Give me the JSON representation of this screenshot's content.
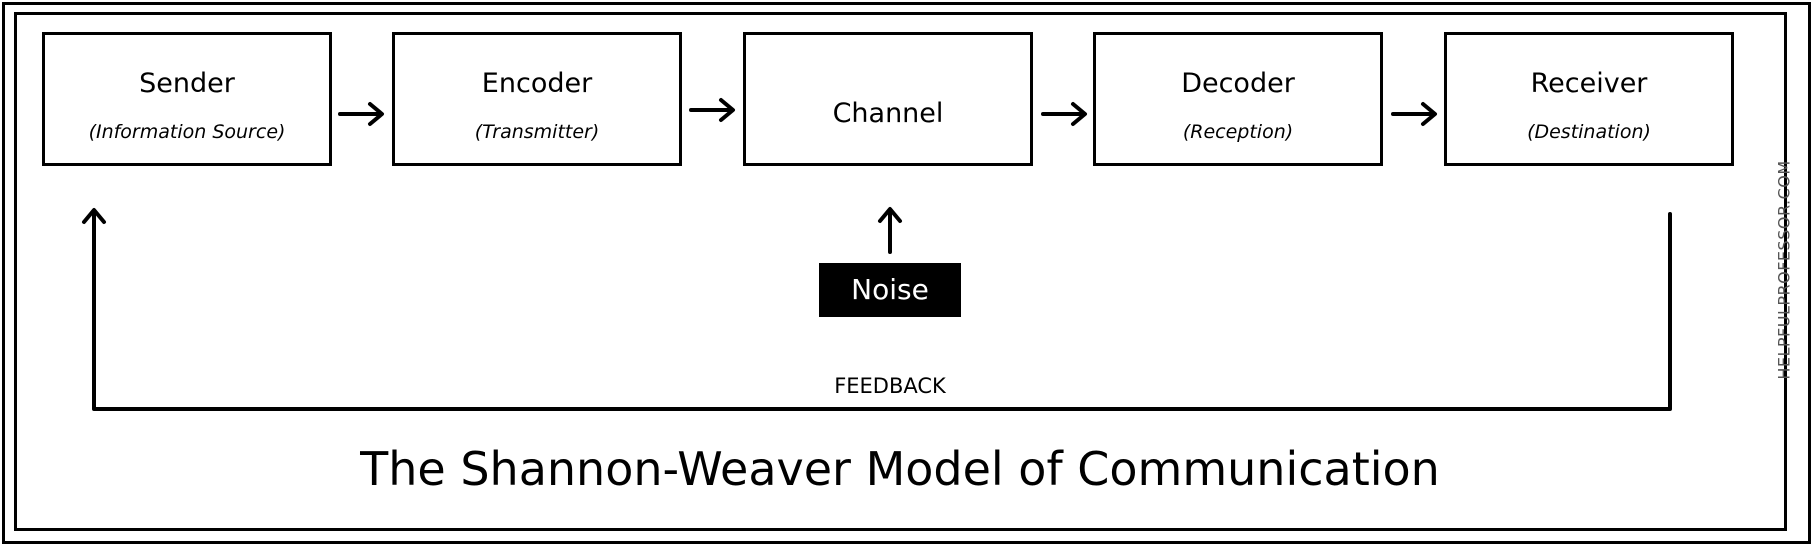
{
  "diagram": {
    "nodes": [
      {
        "id": "sender",
        "title": "Sender",
        "subtitle": "(Information Source)"
      },
      {
        "id": "encoder",
        "title": "Encoder",
        "subtitle": "(Transmitter)"
      },
      {
        "id": "channel",
        "title": "Channel",
        "subtitle": ""
      },
      {
        "id": "decoder",
        "title": "Decoder",
        "subtitle": "(Reception)"
      },
      {
        "id": "receiver",
        "title": "Receiver",
        "subtitle": "(Destination)"
      }
    ],
    "noise_label": "Noise",
    "feedback_label": "FEEDBACK",
    "caption": "The Shannon-Weaver Model of Communication",
    "watermark": "HELPFULPROFESSOR.COM"
  }
}
